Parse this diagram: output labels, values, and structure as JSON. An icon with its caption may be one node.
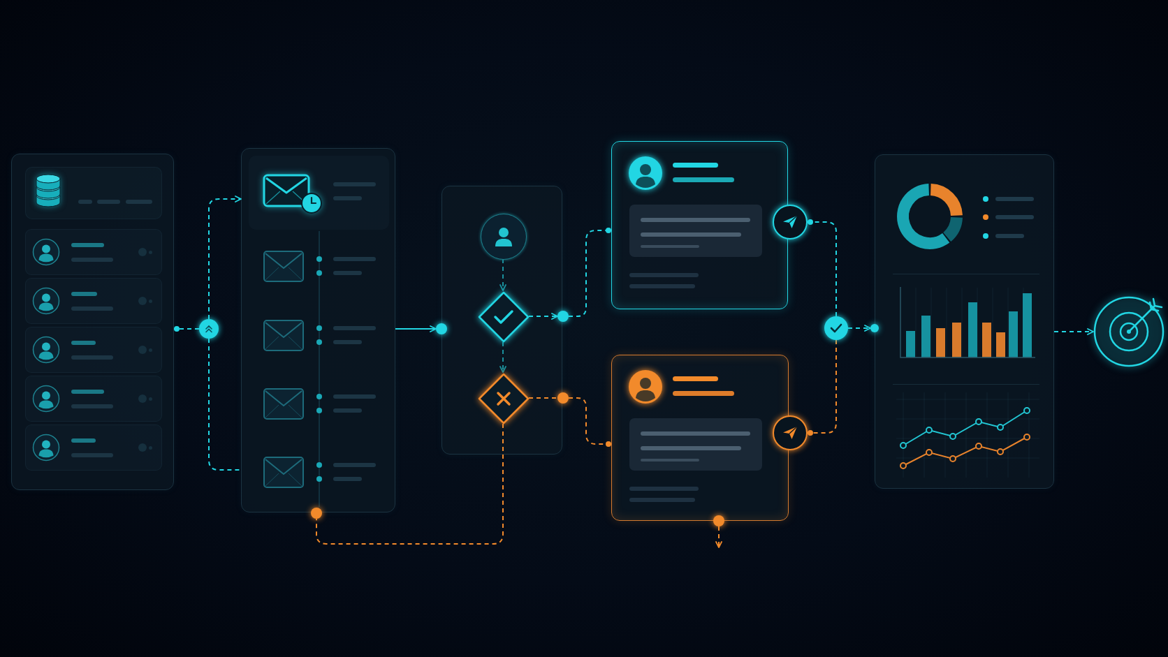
{
  "diagram": {
    "nodes": [
      {
        "text": [],
        "shape": "box"
      },
      {
        "text": [],
        "shape": "box"
      },
      {
        "text": [],
        "shape": "box"
      },
      {
        "text": [],
        "shape": "circle",
        "in": 2
      },
      {
        "text": [],
        "shape": "diamond",
        "in": 2
      },
      {
        "text": [],
        "shape": "diamond",
        "in": 2
      },
      {
        "text": [],
        "shape": "box"
      },
      {
        "text": [],
        "shape": "box"
      },
      {
        "text": [],
        "shape": "circle"
      },
      {
        "text": [],
        "shape": "circle"
      },
      {
        "text": [],
        "shape": "box"
      },
      {
        "text": [],
        "shape": "picture"
      },
      {
        "text": [],
        "shape": "circle"
      },
      {
        "text": [],
        "shape": "circle"
      },
      {
        "text": [],
        "shape": "circle"
      },
      {
        "text": [],
        "shape": "circle"
      },
      {
        "text": [],
        "shape": "circle"
      },
      {
        "text": [],
        "shape": "circle"
      },
      {
        "text": [],
        "shape": "circle"
      },
      {
        "text": [],
        "shape": "circle"
      }
    ],
    "edges": [
      {
        "from": 12,
        "to": 0,
        "arrow": "other",
        "style": "dashed"
      },
      {
        "from": 12,
        "to": 1,
        "arrow": "to",
        "style": "dashed"
      },
      {
        "from": 12,
        "to": 1,
        "arrow": "none",
        "style": "dashed"
      },
      {
        "from": 1,
        "to": 18,
        "arrow": "to"
      },
      {
        "from": 3,
        "to": 4,
        "arrow": "to",
        "style": "dashed",
        "color": "#1a8f9c"
      },
      {
        "from": 4,
        "to": 14,
        "arrow": "to",
        "style": "dashed"
      },
      {
        "from": 14,
        "to": 6,
        "arrow": "other",
        "style": "dashed"
      },
      {
        "from": 4,
        "to": 5,
        "arrow": "to",
        "style": "dashed",
        "color": "#1a8f9c"
      },
      {
        "from": 5,
        "to": 15,
        "arrow": "none",
        "style": "dashed",
        "color": "#f28a2b"
      },
      {
        "from": 15,
        "to": 7,
        "arrow": "other",
        "style": "dashed",
        "color": "#f28a2b"
      },
      {
        "from": 5,
        "to": 16,
        "arrow": "none",
        "style": "dashed",
        "color": "#f28a2b"
      },
      {
        "from": 13,
        "to": 8,
        "arrow": "other",
        "style": "dashed"
      },
      {
        "from": 13,
        "to": 9,
        "arrow": "other",
        "style": "dashed",
        "color": "#f28a2b"
      },
      {
        "from": 13,
        "to": 19,
        "arrow": "to",
        "style": "dashed"
      },
      {
        "from": 10,
        "to": 11,
        "arrow": "to",
        "style": "dashed"
      },
      {
        "from": 17,
        "to": null,
        "arrow": "to",
        "style": "dashed",
        "color": "#f28a2b"
      }
    ]
  }
}
